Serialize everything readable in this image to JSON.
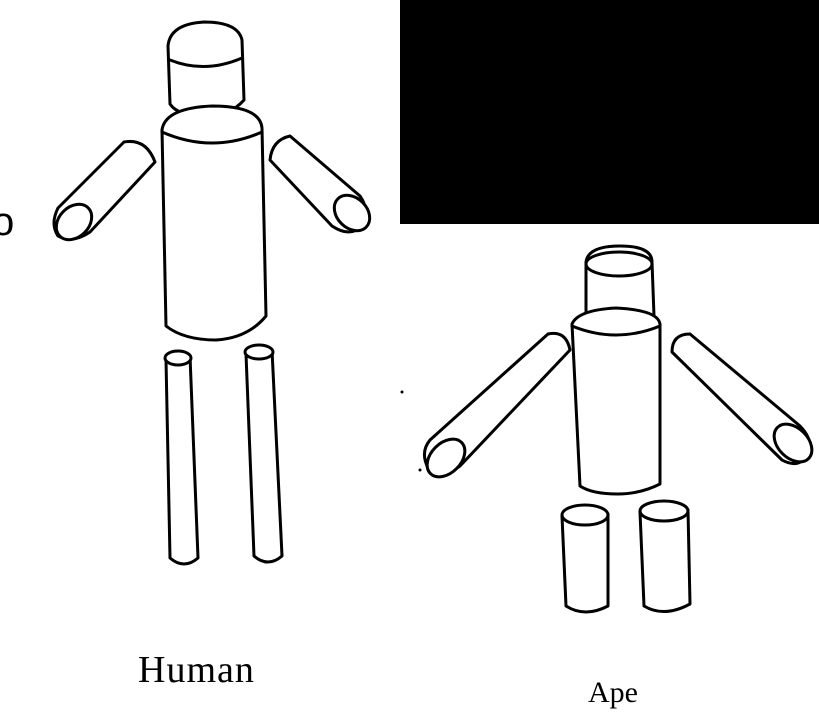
{
  "figures": [
    {
      "id": "human",
      "label": "Human"
    },
    {
      "id": "ape",
      "label": "Ape"
    }
  ],
  "edge_fragment": "o",
  "colors": {
    "background": "#000000",
    "panel": "#ffffff",
    "ink": "#000000"
  }
}
